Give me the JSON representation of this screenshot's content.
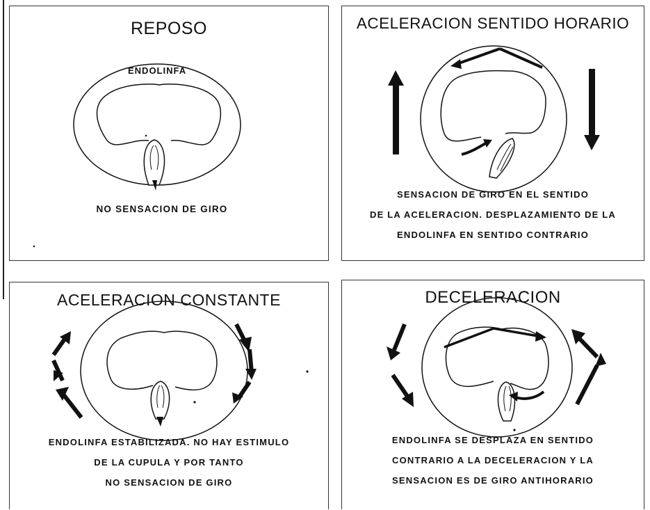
{
  "panels": [
    {
      "title": "REPOSO",
      "endolymph_label": "ENDOLINFA",
      "caption": [
        "NO SENSACION DE GIRO"
      ]
    },
    {
      "title": "ACELERACION SENTIDO HORARIO",
      "caption": [
        "SENSACION DE GIRO EN EL SENTIDO",
        "DE LA ACELERACION. DESPLAZAMIENTO DE LA",
        "ENDOLINFA EN SENTIDO CONTRARIO"
      ]
    },
    {
      "title": "ACELERACION CONSTANTE",
      "caption": [
        "ENDOLINFA ESTABILIZADA. NO HAY ESTIMULO",
        "DE LA CUPULA Y POR TANTO",
        "NO SENSACION DE GIRO"
      ]
    },
    {
      "title": "DECELERACION",
      "caption": [
        "ENDOLINFA SE DESPLAZA EN SENTIDO",
        "CONTRARIO A LA DECELERACION Y LA",
        "SENSACION ES DE GIRO ANTIHORARIO"
      ]
    }
  ]
}
